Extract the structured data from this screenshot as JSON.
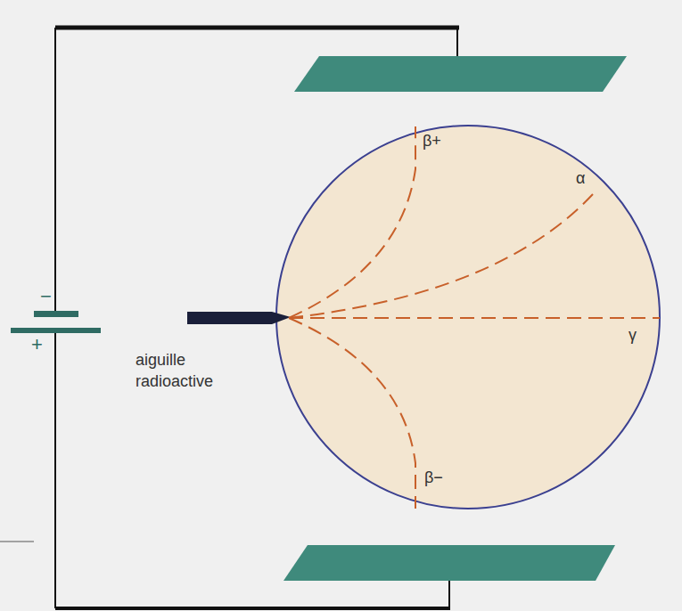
{
  "diagram": {
    "labels": [
      "β+",
      "α",
      "γ",
      "β−",
      "aiguille radioactive",
      "−",
      "+"
    ]
  }
}
